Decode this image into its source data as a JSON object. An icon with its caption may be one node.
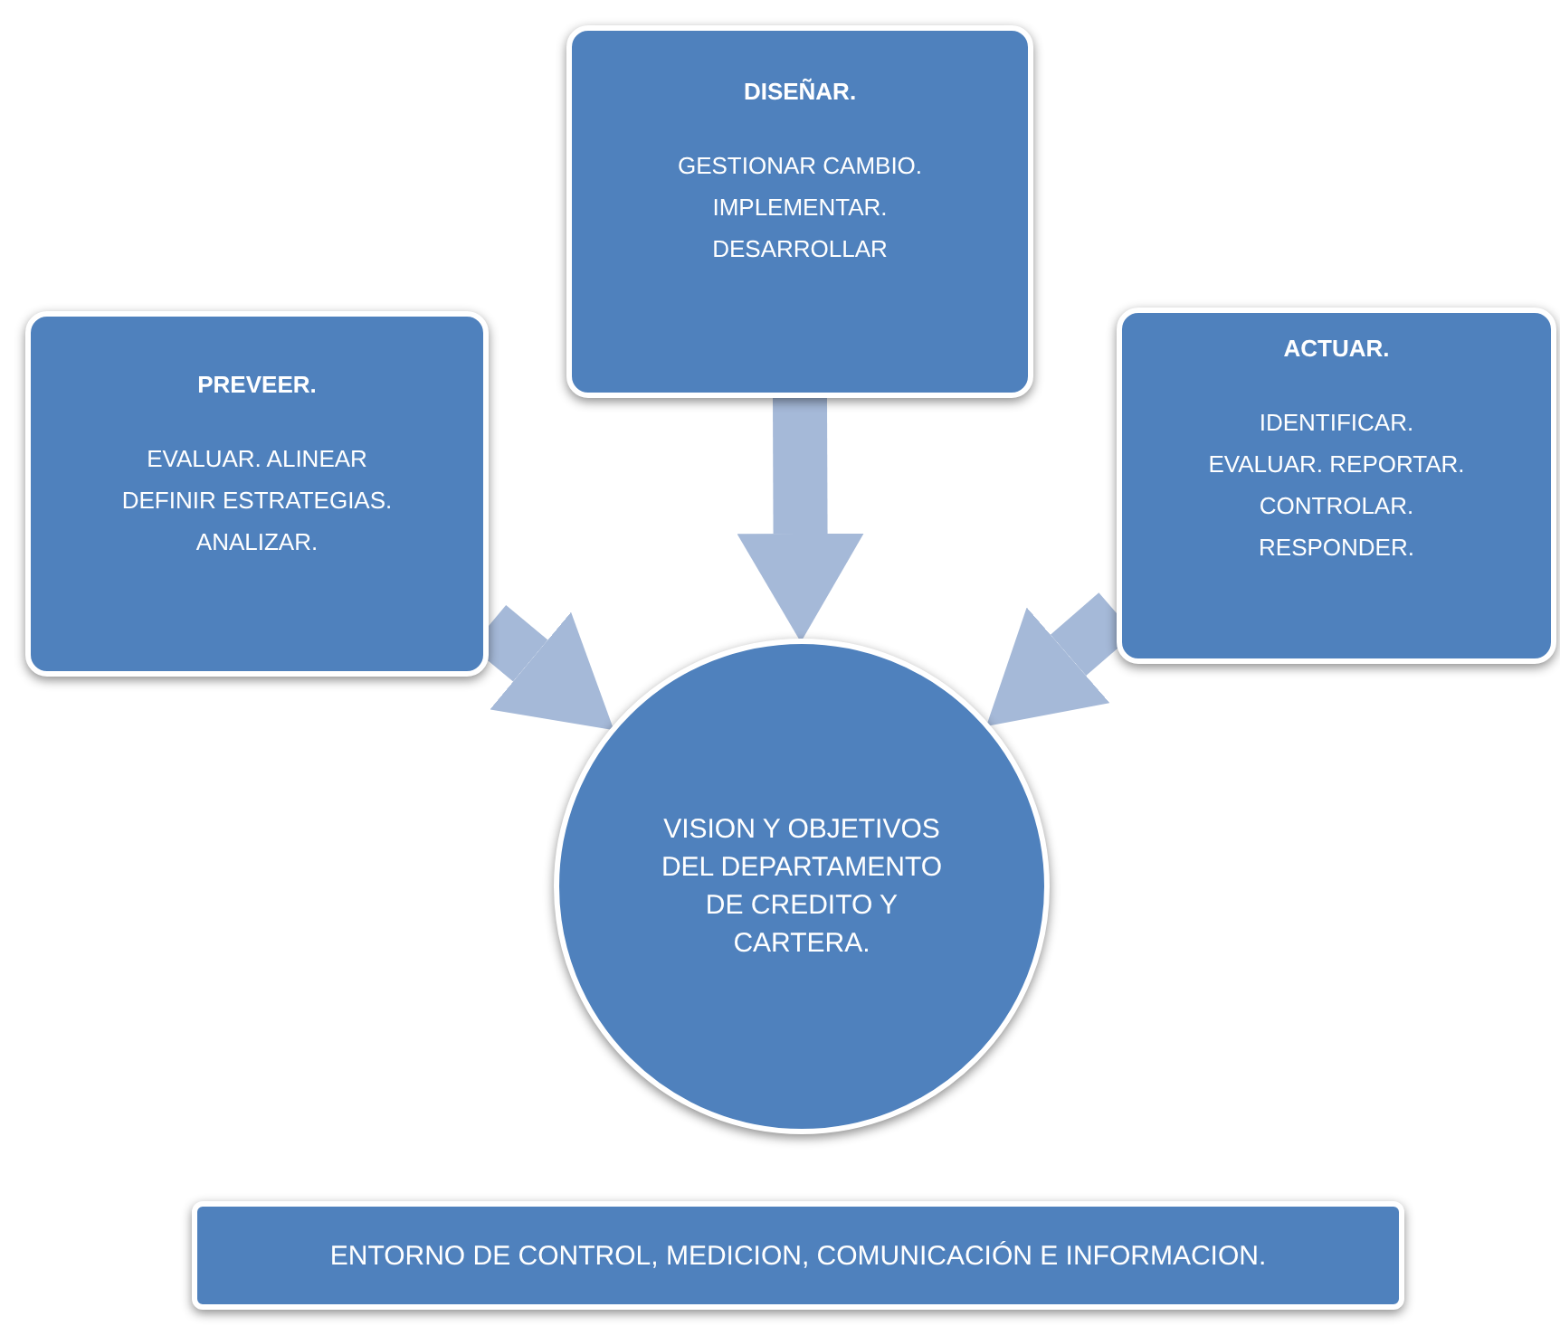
{
  "diagram": {
    "nodes": [
      {
        "text": [
          "PREVEER.",
          "EVALUAR. ALINEAR DEFINIR ESTRATEGIAS. ANALIZAR."
        ]
      },
      {
        "text": [
          "DISEÑAR.",
          "GESTIONAR CAMBIO. IMPLEMENTAR. DESARROLLAR"
        ]
      },
      {
        "text": [
          "ACTUAR.",
          "IDENTIFICAR. EVALUAR. REPORTAR. CONTROLAR. RESPONDER."
        ]
      },
      {
        "text": [
          "VISION Y OBJETIVOS DEL DEPARTAMENTO DE CREDITO Y CARTERA."
        ]
      },
      {
        "text": [
          "ENTORNO DE CONTROL, MEDICION, COMUNICACIÓN E INFORMACION."
        ]
      }
    ],
    "edges": [
      {
        "from": 0,
        "to": 3,
        "arrow": "to"
      },
      {
        "from": 1,
        "to": 3,
        "arrow": "to"
      },
      {
        "from": 2,
        "to": 3,
        "arrow": "to"
      }
    ]
  }
}
